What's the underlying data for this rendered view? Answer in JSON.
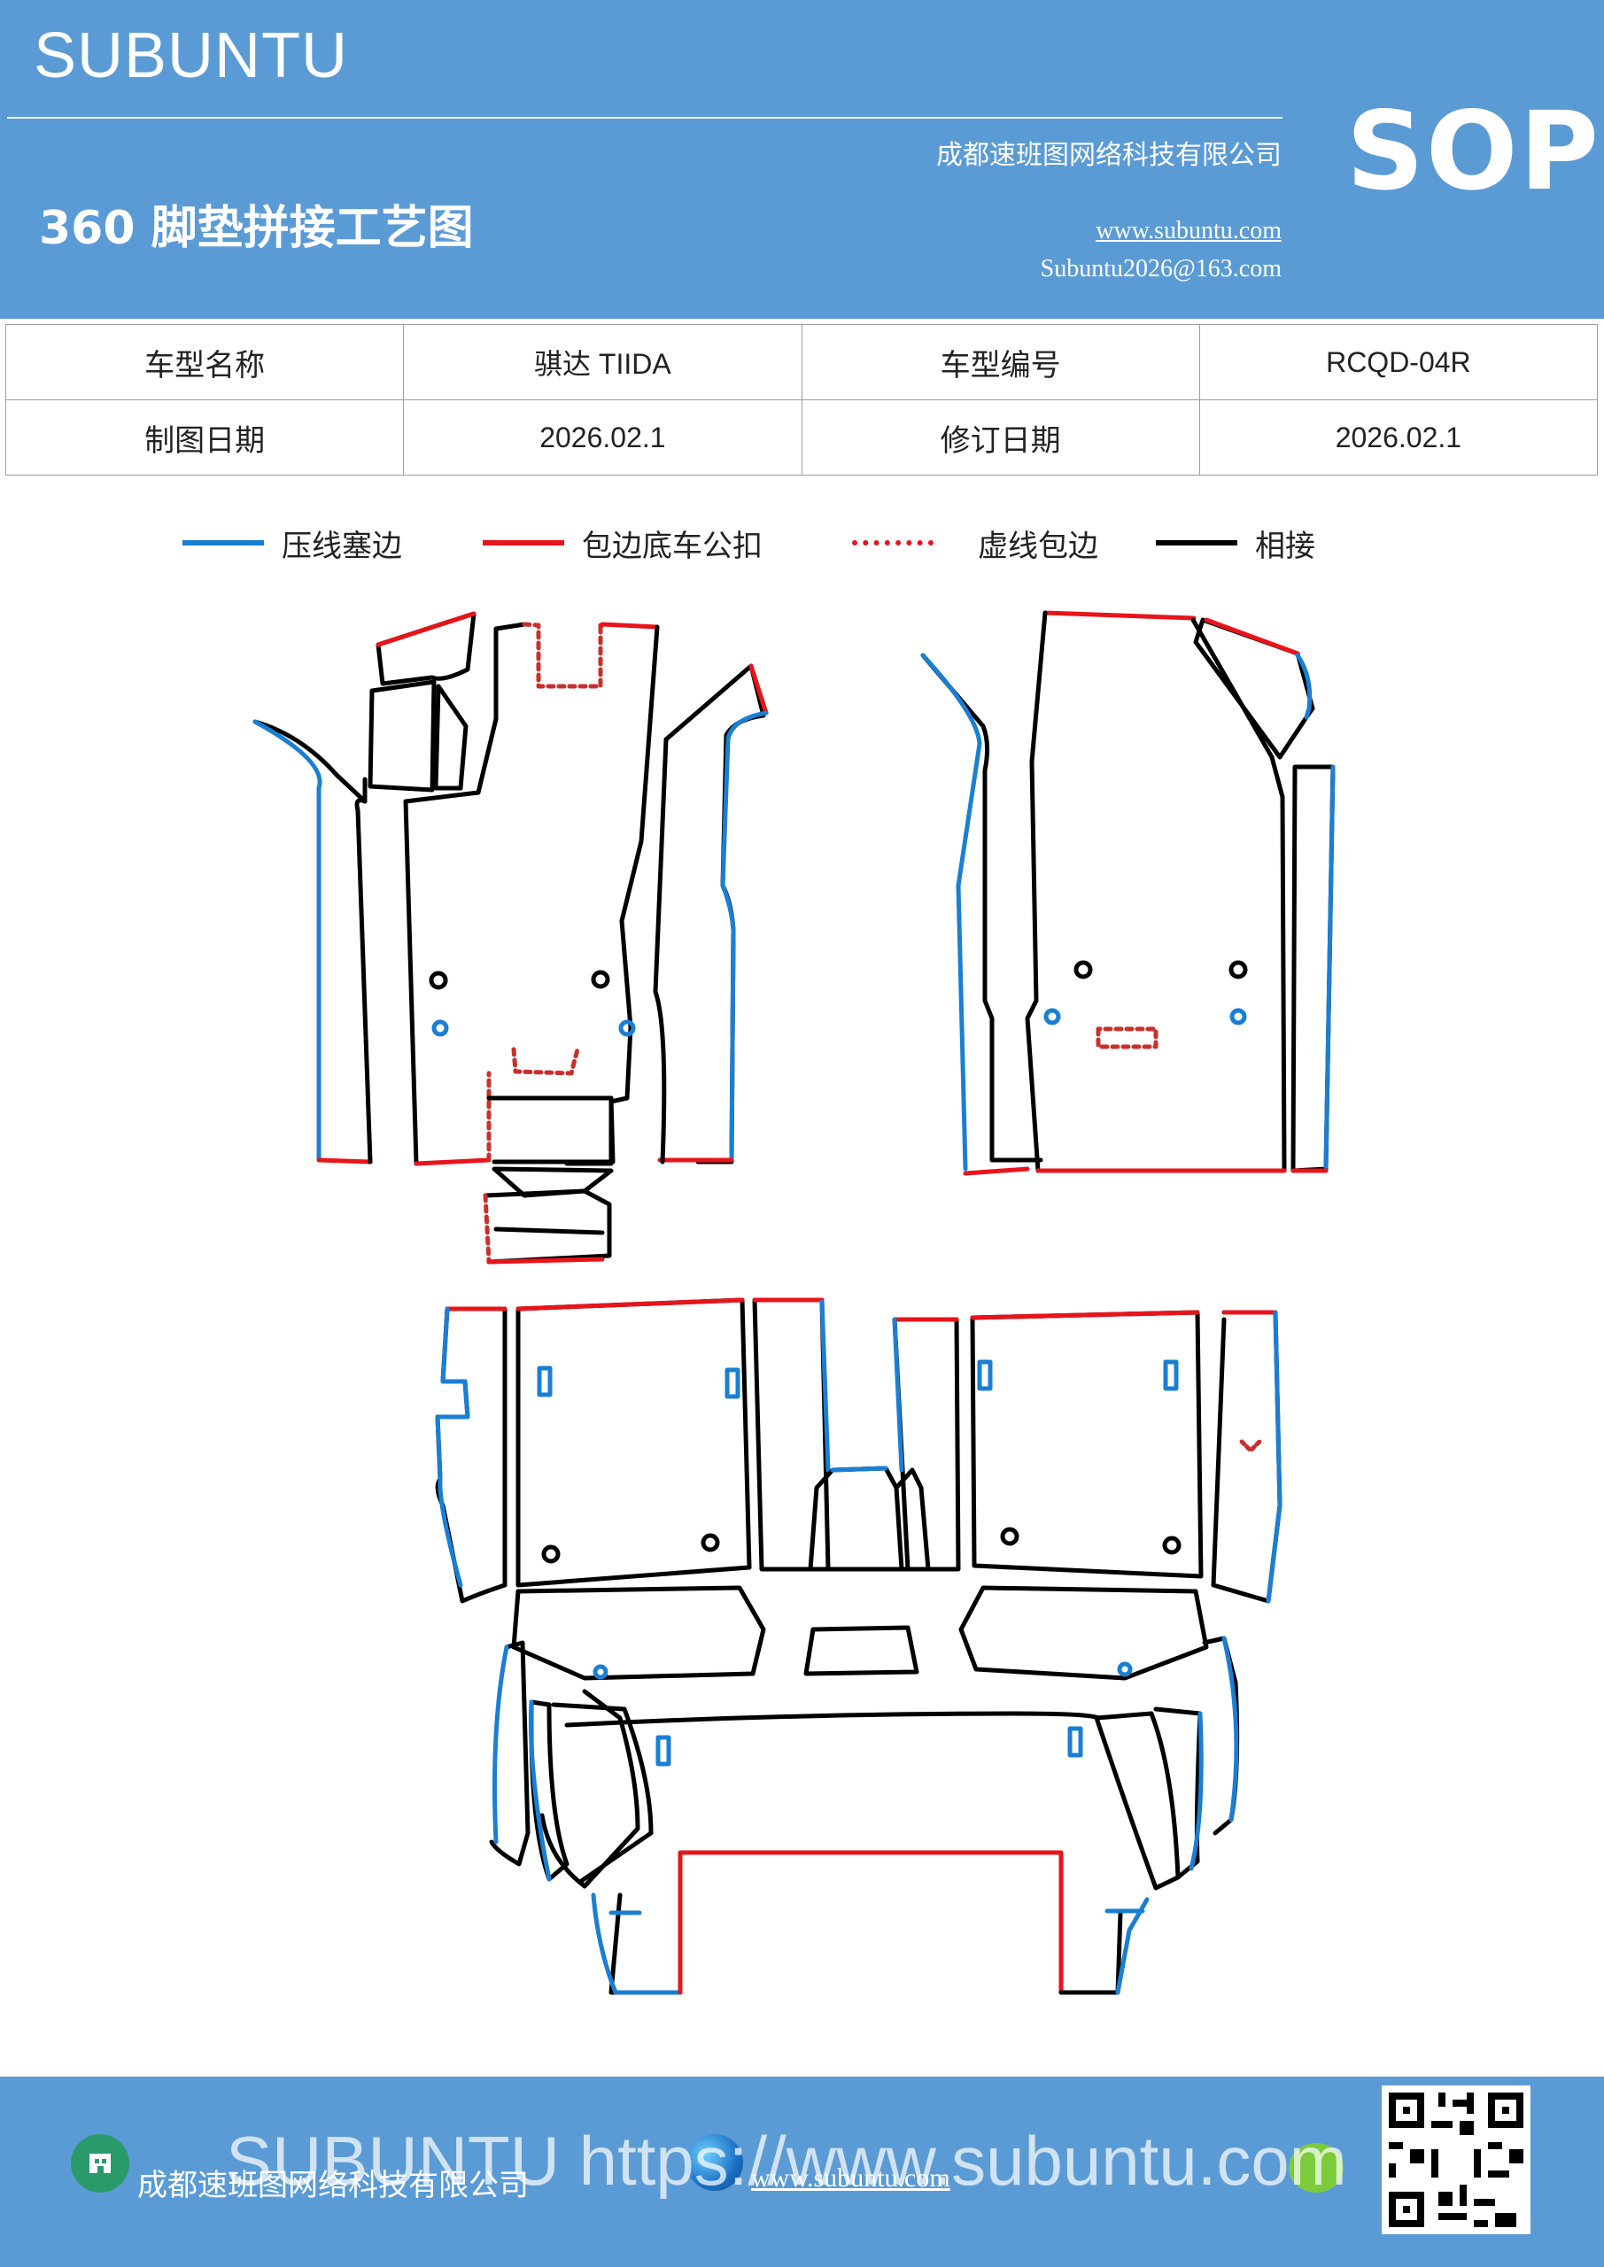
{
  "header": {
    "brand": "SUBUNTU",
    "title": "360 脚垫拼接工艺图",
    "company": "成都速班图网络科技有限公司",
    "website": "www.subuntu.com",
    "email": "Subuntu2026@163.com",
    "badge": "SOP"
  },
  "info_table": {
    "rows": [
      [
        "车型名称",
        "骐达 TIIDA",
        "车型编号",
        "RCQD-04R"
      ],
      [
        "制图日期",
        "2026.02.1",
        "修订日期",
        "2026.02.1"
      ]
    ]
  },
  "legend": [
    {
      "label": "压线塞边",
      "color": "#1a7fd4",
      "style": "solid"
    },
    {
      "label": "包边底车公扣",
      "color": "#e8141b",
      "style": "solid"
    },
    {
      "label": "虚线包边",
      "color": "#e8141b",
      "style": "dotted"
    },
    {
      "label": "相接",
      "color": "#000000",
      "style": "solid"
    }
  ],
  "footer": {
    "company": "成都速班图网络科技有限公司",
    "website": "www.subuntu.com",
    "watermark": "SUBUNTU https://www.subuntu.com",
    "icons": [
      "building-icon",
      "globe-icon",
      "wechat-icon",
      "qr-code"
    ]
  }
}
